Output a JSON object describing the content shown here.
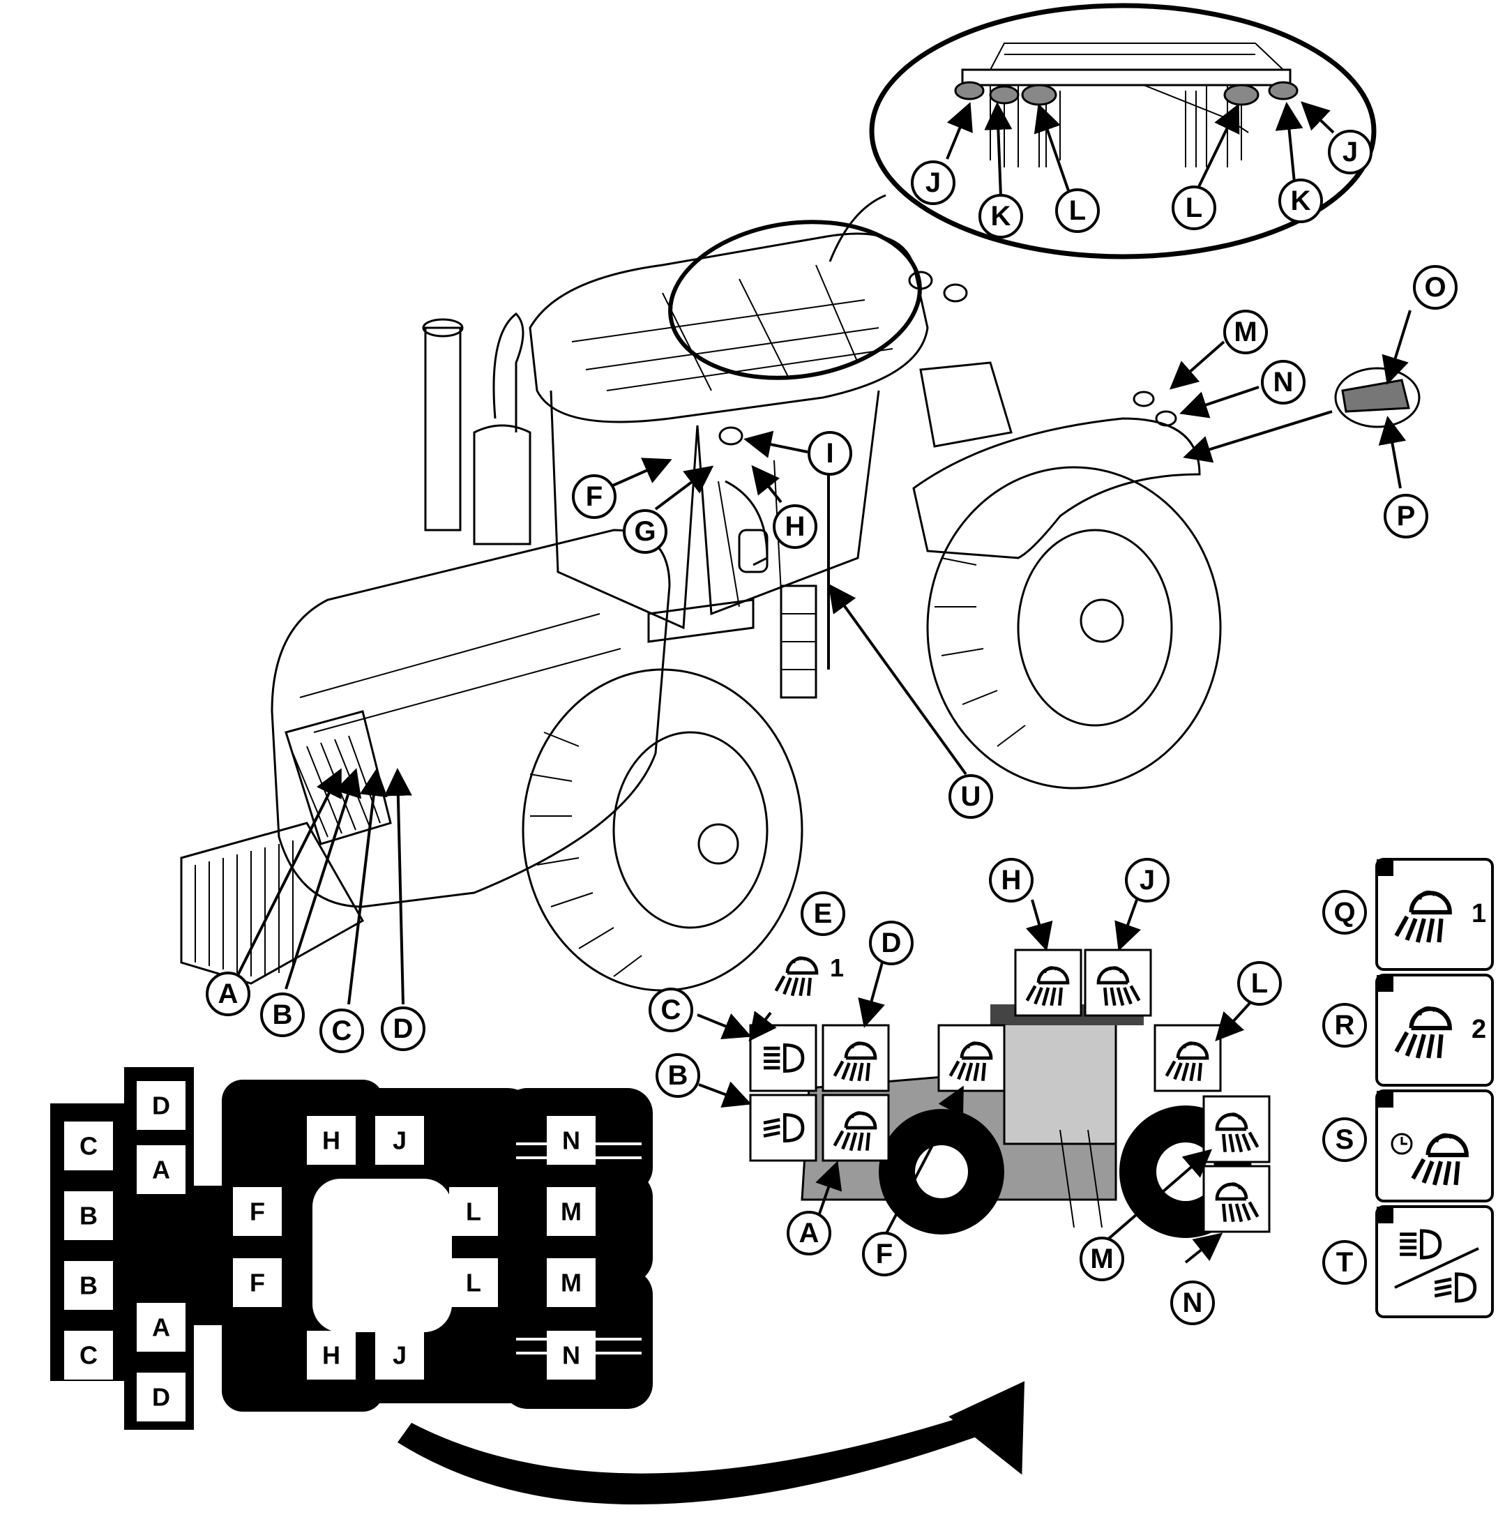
{
  "inset_callouts": [
    "J",
    "K",
    "L",
    "L",
    "K",
    "J"
  ],
  "tractor_callouts": {
    "I": "I",
    "F": "F",
    "G": "G",
    "H": "H",
    "M": "M",
    "N": "N",
    "O": "O",
    "P": "P",
    "U": "U",
    "A": "A",
    "B": "B",
    "C": "C",
    "D": "D"
  },
  "side_view": {
    "callouts": [
      "E",
      "D",
      "C",
      "B",
      "A",
      "F",
      "H",
      "J",
      "L",
      "M",
      "N"
    ],
    "e_light_number": "1"
  },
  "legend": [
    {
      "key": "Q",
      "number": "1",
      "icon": "work-light-icon"
    },
    {
      "key": "R",
      "number": "2",
      "icon": "work-light-icon"
    },
    {
      "key": "S",
      "number": "",
      "icon": "timer-work-light-icon"
    },
    {
      "key": "T",
      "number": "",
      "icon": "high-low-beam-icon"
    }
  ],
  "plan_view": {
    "left_col_a": [
      "C",
      "B",
      "B",
      "C"
    ],
    "left_col_b": [
      "D",
      "A",
      "A",
      "D"
    ],
    "center": [
      "H",
      "J",
      "F",
      "F",
      "L",
      "L",
      "H",
      "J"
    ],
    "right": [
      "N",
      "M",
      "M",
      "N"
    ]
  }
}
